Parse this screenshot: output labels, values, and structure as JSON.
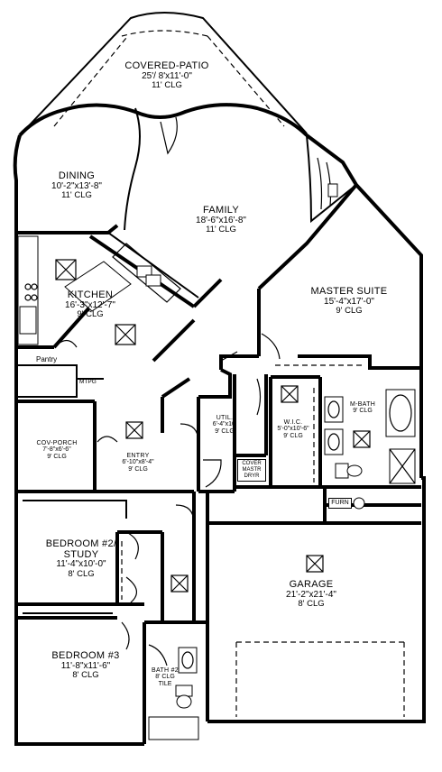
{
  "rooms": {
    "covered_patio": {
      "name": "COVERED-PATIO",
      "dims": "25'/ 8'x11'-0\"",
      "clg": "11' CLG"
    },
    "dining": {
      "name": "DINING",
      "dims": "10'-2\"x13'-8\"",
      "clg": "11' CLG"
    },
    "family": {
      "name": "FAMILY",
      "dims": "18'-6\"x16'-8\"",
      "clg": "11' CLG"
    },
    "kitchen": {
      "name": "KITCHEN",
      "dims": "16'-3\"x12'-7\"",
      "clg": "9' CLG"
    },
    "master_suite": {
      "name": "MASTER SUITE",
      "dims": "15'-4\"x17'-0\"",
      "clg": "9' CLG"
    },
    "pantry": {
      "name": "Pantry"
    },
    "mtpg": {
      "name": "MTPG"
    },
    "cov_porch": {
      "name": "COV-PORCH",
      "dims": "7'-8\"x6'-6\"",
      "clg": "9' CLG"
    },
    "entry": {
      "name": "ENTRY",
      "dims": "6'-10\"x8'-4\"",
      "clg": "9' CLG"
    },
    "utility": {
      "name": "UTIL.",
      "dims": "6'-4\"x10'",
      "clg": "9' CLG"
    },
    "washer_dryer": {
      "name": "COVER MASTR DRYR"
    },
    "wic": {
      "name": "W.I.C.",
      "dims": "5'-0\"x10'-6\"",
      "clg": "9' CLG"
    },
    "m_bath": {
      "name": "M-BATH",
      "clg": "9' CLG"
    },
    "furn": {
      "name": "FURN"
    },
    "bedroom2": {
      "name": "BEDROOM #2/",
      "name2": "STUDY",
      "dims": "11'-4\"x10'-0\"",
      "clg": "8' CLG"
    },
    "garage": {
      "name": "GARAGE",
      "dims": "21'-2\"x21'-4\"",
      "clg": "8' CLG"
    },
    "bedroom3": {
      "name": "BEDROOM #3",
      "dims": "11'-8\"x11'-6\"",
      "clg": "8' CLG"
    },
    "bath2": {
      "name": "BATH #2",
      "clg": "8' CLG",
      "note": "TILE"
    }
  }
}
